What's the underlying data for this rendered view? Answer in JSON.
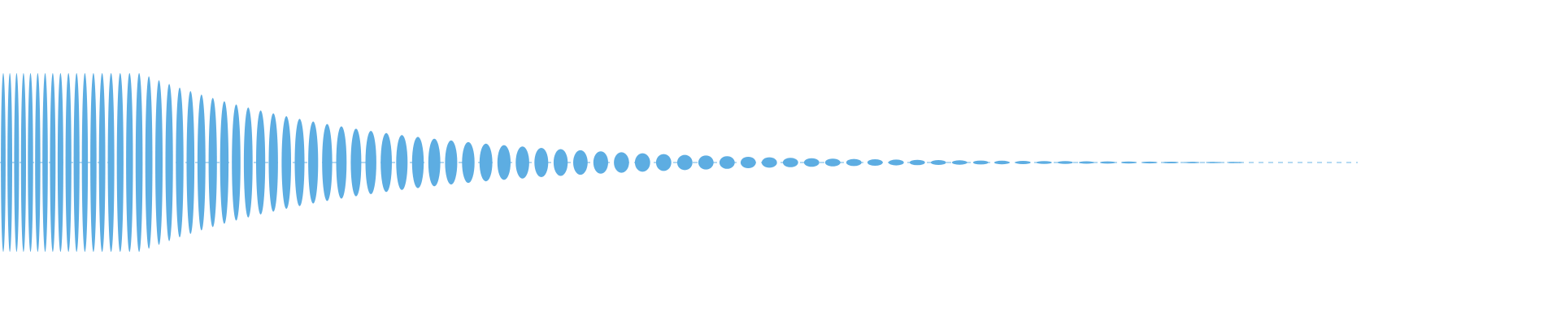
{
  "waveform": {
    "color": "#5dade2",
    "background": "#ffffff",
    "peak_amplitude": 1.0,
    "envelope": "exponential-decay",
    "visible_duration_fraction": 0.87,
    "segment_count": 80
  }
}
